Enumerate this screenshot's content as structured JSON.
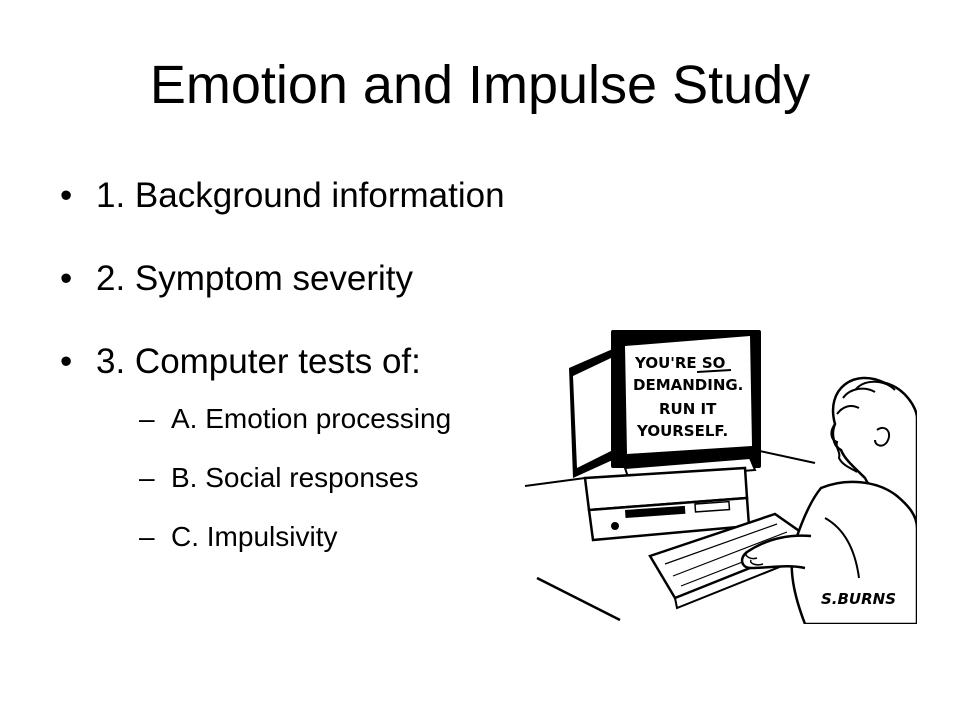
{
  "slide": {
    "title": "Emotion and Impulse Study",
    "bullet_char": "•",
    "dash_char": "–",
    "bullets": [
      {
        "label": "1. Background information"
      },
      {
        "label": "2. Symptom severity"
      },
      {
        "label": "3. Computer tests of:",
        "subitems": [
          {
            "label": "A. Emotion processing"
          },
          {
            "label": "B. Social responses"
          },
          {
            "label": "C. Impulsivity"
          }
        ]
      }
    ]
  },
  "cartoon": {
    "screen_lines": [
      "YOU'RE SO",
      "DEMANDING.",
      "RUN IT",
      "YOURSELF."
    ],
    "signature": "S.BURNS"
  }
}
